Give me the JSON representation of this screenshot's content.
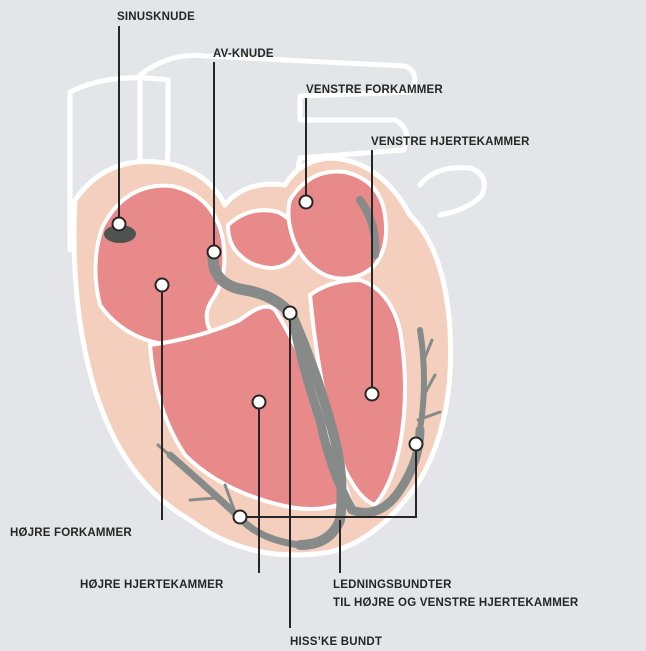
{
  "title": "",
  "colors": {
    "background": "#e4e5e8",
    "outline": "#ffffff",
    "heart_outer": "#f5cfbd",
    "chamber": "#e88a89",
    "conduction": "#868b89",
    "node": "#4e5350",
    "leader": "#262626",
    "marker_fill": "#ffffff"
  },
  "labels": {
    "sinusknude": "SINUSKNUDE",
    "av_knude": "AV-KNUDE",
    "venstre_forkammer": "VENSTRE FORKAMMER",
    "venstre_hjertekammer": "VENSTRE HJERTEKAMMER",
    "hojre_forkammer": "HØJRE FORKAMMER",
    "hojre_hjertekammer": "HØJRE HJERTEKAMMER",
    "ledningsbundter_line1": "LEDNINGSBUNDTER",
    "ledningsbundter_line2": "TIL HØJRE OG VENSTRE HJERTEKAMMER",
    "hiss_bundt": "HISS’KE BUNDT"
  }
}
